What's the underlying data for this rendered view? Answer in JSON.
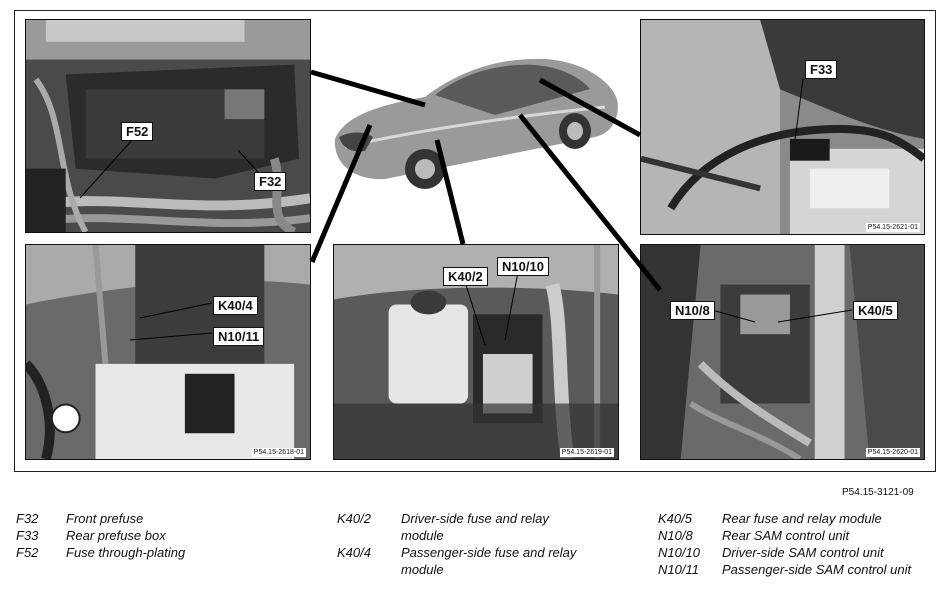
{
  "figure_reference": "P54.15-3121-09",
  "photos": {
    "front_prefuse": {
      "callouts": [
        "F52",
        "F32"
      ]
    },
    "rear_prefuse": {
      "callouts": [
        "F33"
      ],
      "photo_ref": "P54.15-2621-01"
    },
    "passenger_side": {
      "callouts": [
        "K40/4",
        "N10/11"
      ],
      "photo_ref": "P54.15-2618-01"
    },
    "driver_side": {
      "callouts": [
        "K40/2",
        "N10/10"
      ],
      "photo_ref": "P54.15-2619-01"
    },
    "rear_sam": {
      "callouts": [
        "N10/8",
        "K40/5"
      ],
      "photo_ref": "P54.15-2620-01"
    }
  },
  "legend": {
    "column1": [
      {
        "code": "F32",
        "desc": "Front prefuse"
      },
      {
        "code": "F33",
        "desc": "Rear prefuse box"
      },
      {
        "code": "F52",
        "desc": "Fuse through-plating"
      }
    ],
    "column2": [
      {
        "code": "K40/2",
        "desc": "Driver-side fuse and relay",
        "desc2": "module"
      },
      {
        "code": "K40/4",
        "desc": "Passenger-side fuse and relay",
        "desc2": "module"
      }
    ],
    "column3": [
      {
        "code": "K40/5",
        "desc": "Rear fuse and relay module"
      },
      {
        "code": "N10/8",
        "desc": "Rear SAM control unit"
      },
      {
        "code": "N10/10",
        "desc": "Driver-side SAM control unit"
      },
      {
        "code": "N10/11",
        "desc": "Passenger-side SAM control unit"
      }
    ]
  }
}
